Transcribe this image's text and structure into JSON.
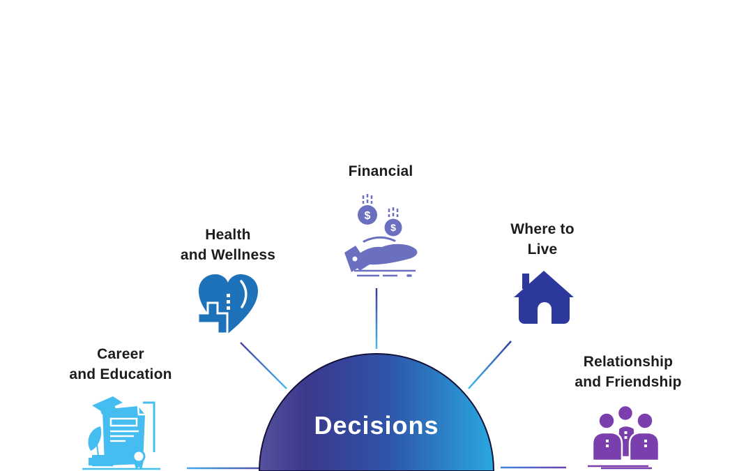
{
  "center": {
    "label": "Decisions",
    "text_color": "#ffffff",
    "outline_color": "#13123a",
    "gradient": [
      "#55519e",
      "#3b388c",
      "#2f54a8",
      "#29a8e0"
    ]
  },
  "categories": [
    {
      "id": "career-and-education",
      "label_lines": [
        "Career",
        "and Education"
      ],
      "icon": "document-quill-graduation-icon",
      "color": "#45bdf0"
    },
    {
      "id": "health-and-wellness",
      "label_lines": [
        "Health",
        "and Wellness"
      ],
      "icon": "heart-medical-cross-icon",
      "color": "#1d72b9"
    },
    {
      "id": "financial",
      "label_lines": [
        "Financial"
      ],
      "icon": "hand-catching-coins-icon",
      "color": "#6a6fbf",
      "coin_symbol": "$"
    },
    {
      "id": "where-to-live",
      "label_lines": [
        "Where to",
        "Live"
      ],
      "icon": "house-icon",
      "color": "#2c389c"
    },
    {
      "id": "relationship-and-friendship",
      "label_lines": [
        "Relationship",
        "and Friendship"
      ],
      "icon": "three-people-icon",
      "color": "#7b3fad"
    }
  ],
  "connectors": {
    "career": {
      "from": "#44a9ea",
      "to": "#4b3fa0"
    },
    "health": {
      "from": "#4c42a0",
      "to": "#45bcf0"
    },
    "financial": {
      "from": "#3c3a92",
      "to": "#45bcf0"
    },
    "where_to_live": {
      "from": "#2d3f9e",
      "to": "#45bcf0"
    },
    "relationship": {
      "from": "#3f86d8",
      "to": "#6b3fae"
    }
  }
}
